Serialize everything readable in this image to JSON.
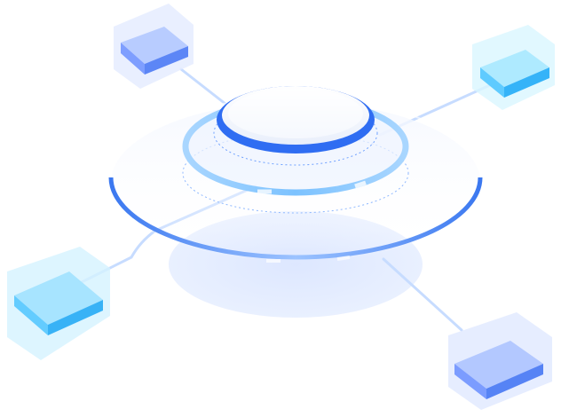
{
  "illustration": {
    "hub": {
      "rings": [
        "top-disc",
        "middle-ring",
        "base-ring",
        "floor-shadow"
      ]
    },
    "nodes": [
      {
        "id": "top-left",
        "color": "#9ab8ff",
        "glow": "#dbe6ff"
      },
      {
        "id": "top-right",
        "color": "#66d4ff",
        "glow": "#d3f4ff"
      },
      {
        "id": "bottom-left",
        "color": "#66d0ff",
        "glow": "#d3f1ff"
      },
      {
        "id": "bottom-right",
        "color": "#8fb1ff",
        "glow": "#dbe6ff"
      }
    ],
    "colors": {
      "accent_blue": "#2f6df2",
      "ring_light": "#8fc7ff",
      "link_line": "#c7dcff",
      "floor": "#e6eeff"
    }
  }
}
